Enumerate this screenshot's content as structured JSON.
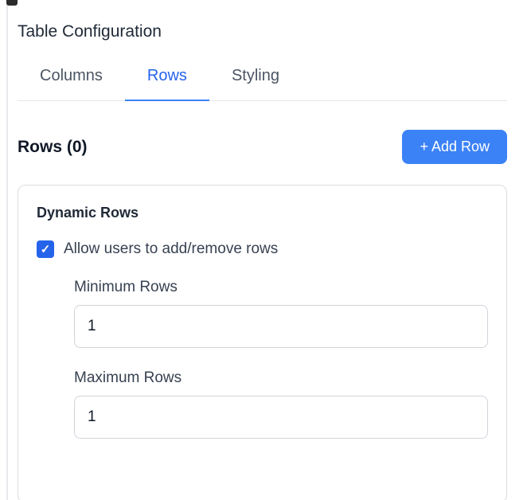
{
  "panel": {
    "title": "Table Configuration"
  },
  "tabs": {
    "items": [
      {
        "label": "Columns",
        "active": false
      },
      {
        "label": "Rows",
        "active": true
      },
      {
        "label": "Styling",
        "active": false
      }
    ]
  },
  "rows_section": {
    "heading": "Rows (0)",
    "add_button_label": "+ Add Row"
  },
  "dynamic_rows": {
    "heading": "Dynamic Rows",
    "allow_checkbox": {
      "label": "Allow users to add/remove rows",
      "checked": true,
      "check_icon": "✓"
    },
    "min_rows": {
      "label": "Minimum Rows",
      "value": "1"
    },
    "max_rows": {
      "label": "Maximum Rows",
      "value": "1"
    }
  },
  "colors": {
    "accent_blue": "#3b82f6",
    "active_tab_blue": "#2563eb",
    "text_dark": "#1f2937",
    "text_gray": "#4b5563",
    "border_gray": "#e5e7eb"
  }
}
